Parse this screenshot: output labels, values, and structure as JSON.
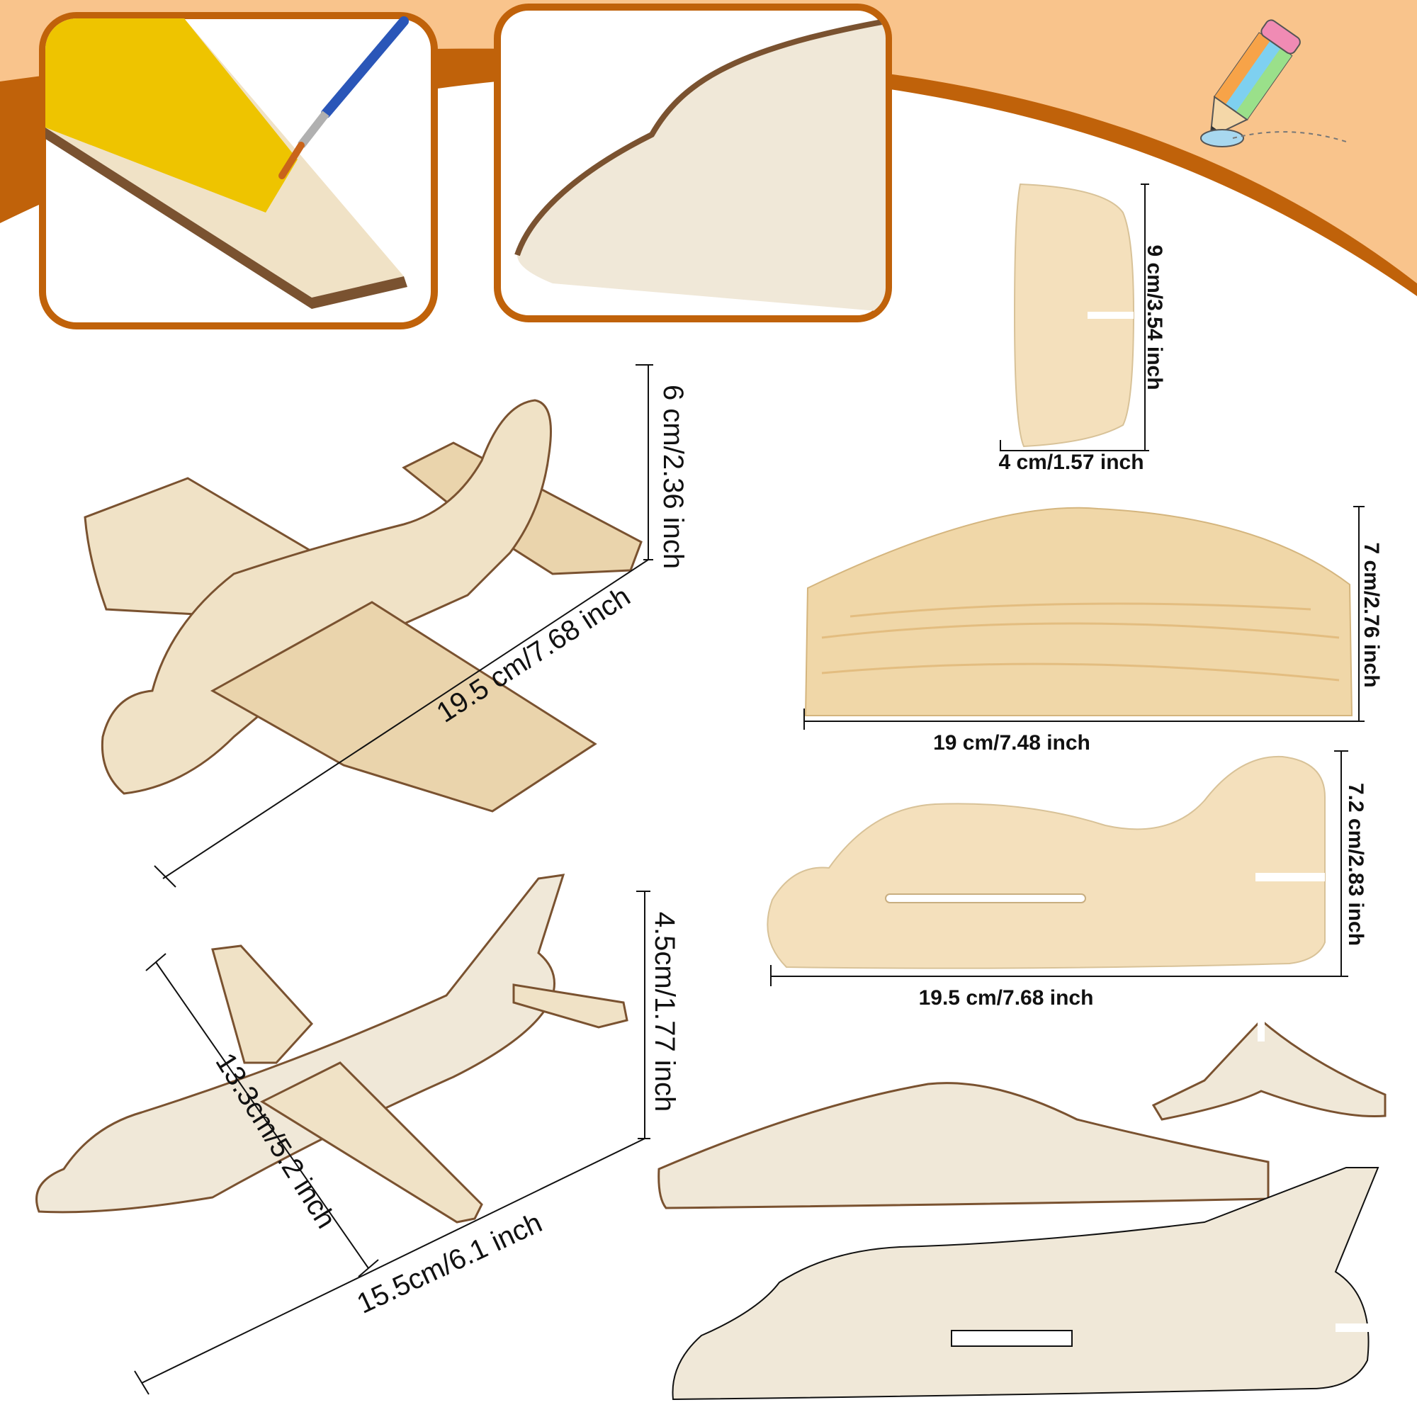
{
  "colors": {
    "orange_band": "#c0620a",
    "peach_band": "#f9c48c",
    "wood_light": "#f0e2c6",
    "wood_mid": "#ead4ac",
    "wood_edge": "#7a5230",
    "paint_yellow": "#eec400",
    "brush_blue": "#2a56b8",
    "line": "#111111"
  },
  "icons": [
    "pencil-icon",
    "airplane-doodle-icon",
    "paintbrush-icon"
  ],
  "dimensions": {
    "tail_width": "4 cm/1.57 inch",
    "tail_height": "9 cm/3.54 inch",
    "wing_width": "19 cm/7.48 inch",
    "wing_height": "7 cm/2.76 inch",
    "body_width": "19.5 cm/7.68 inch",
    "body_height": "7.2 cm/2.83 inch",
    "plane1_height": "6 cm/2.36 inch",
    "plane1_length": "19.5 cm/7.68 inch",
    "plane2_height": "4.5cm/1.77 inch",
    "plane2_wingspan": "13.3cm/5.2 inch",
    "plane2_length": "15.5cm/6.1 inch"
  }
}
